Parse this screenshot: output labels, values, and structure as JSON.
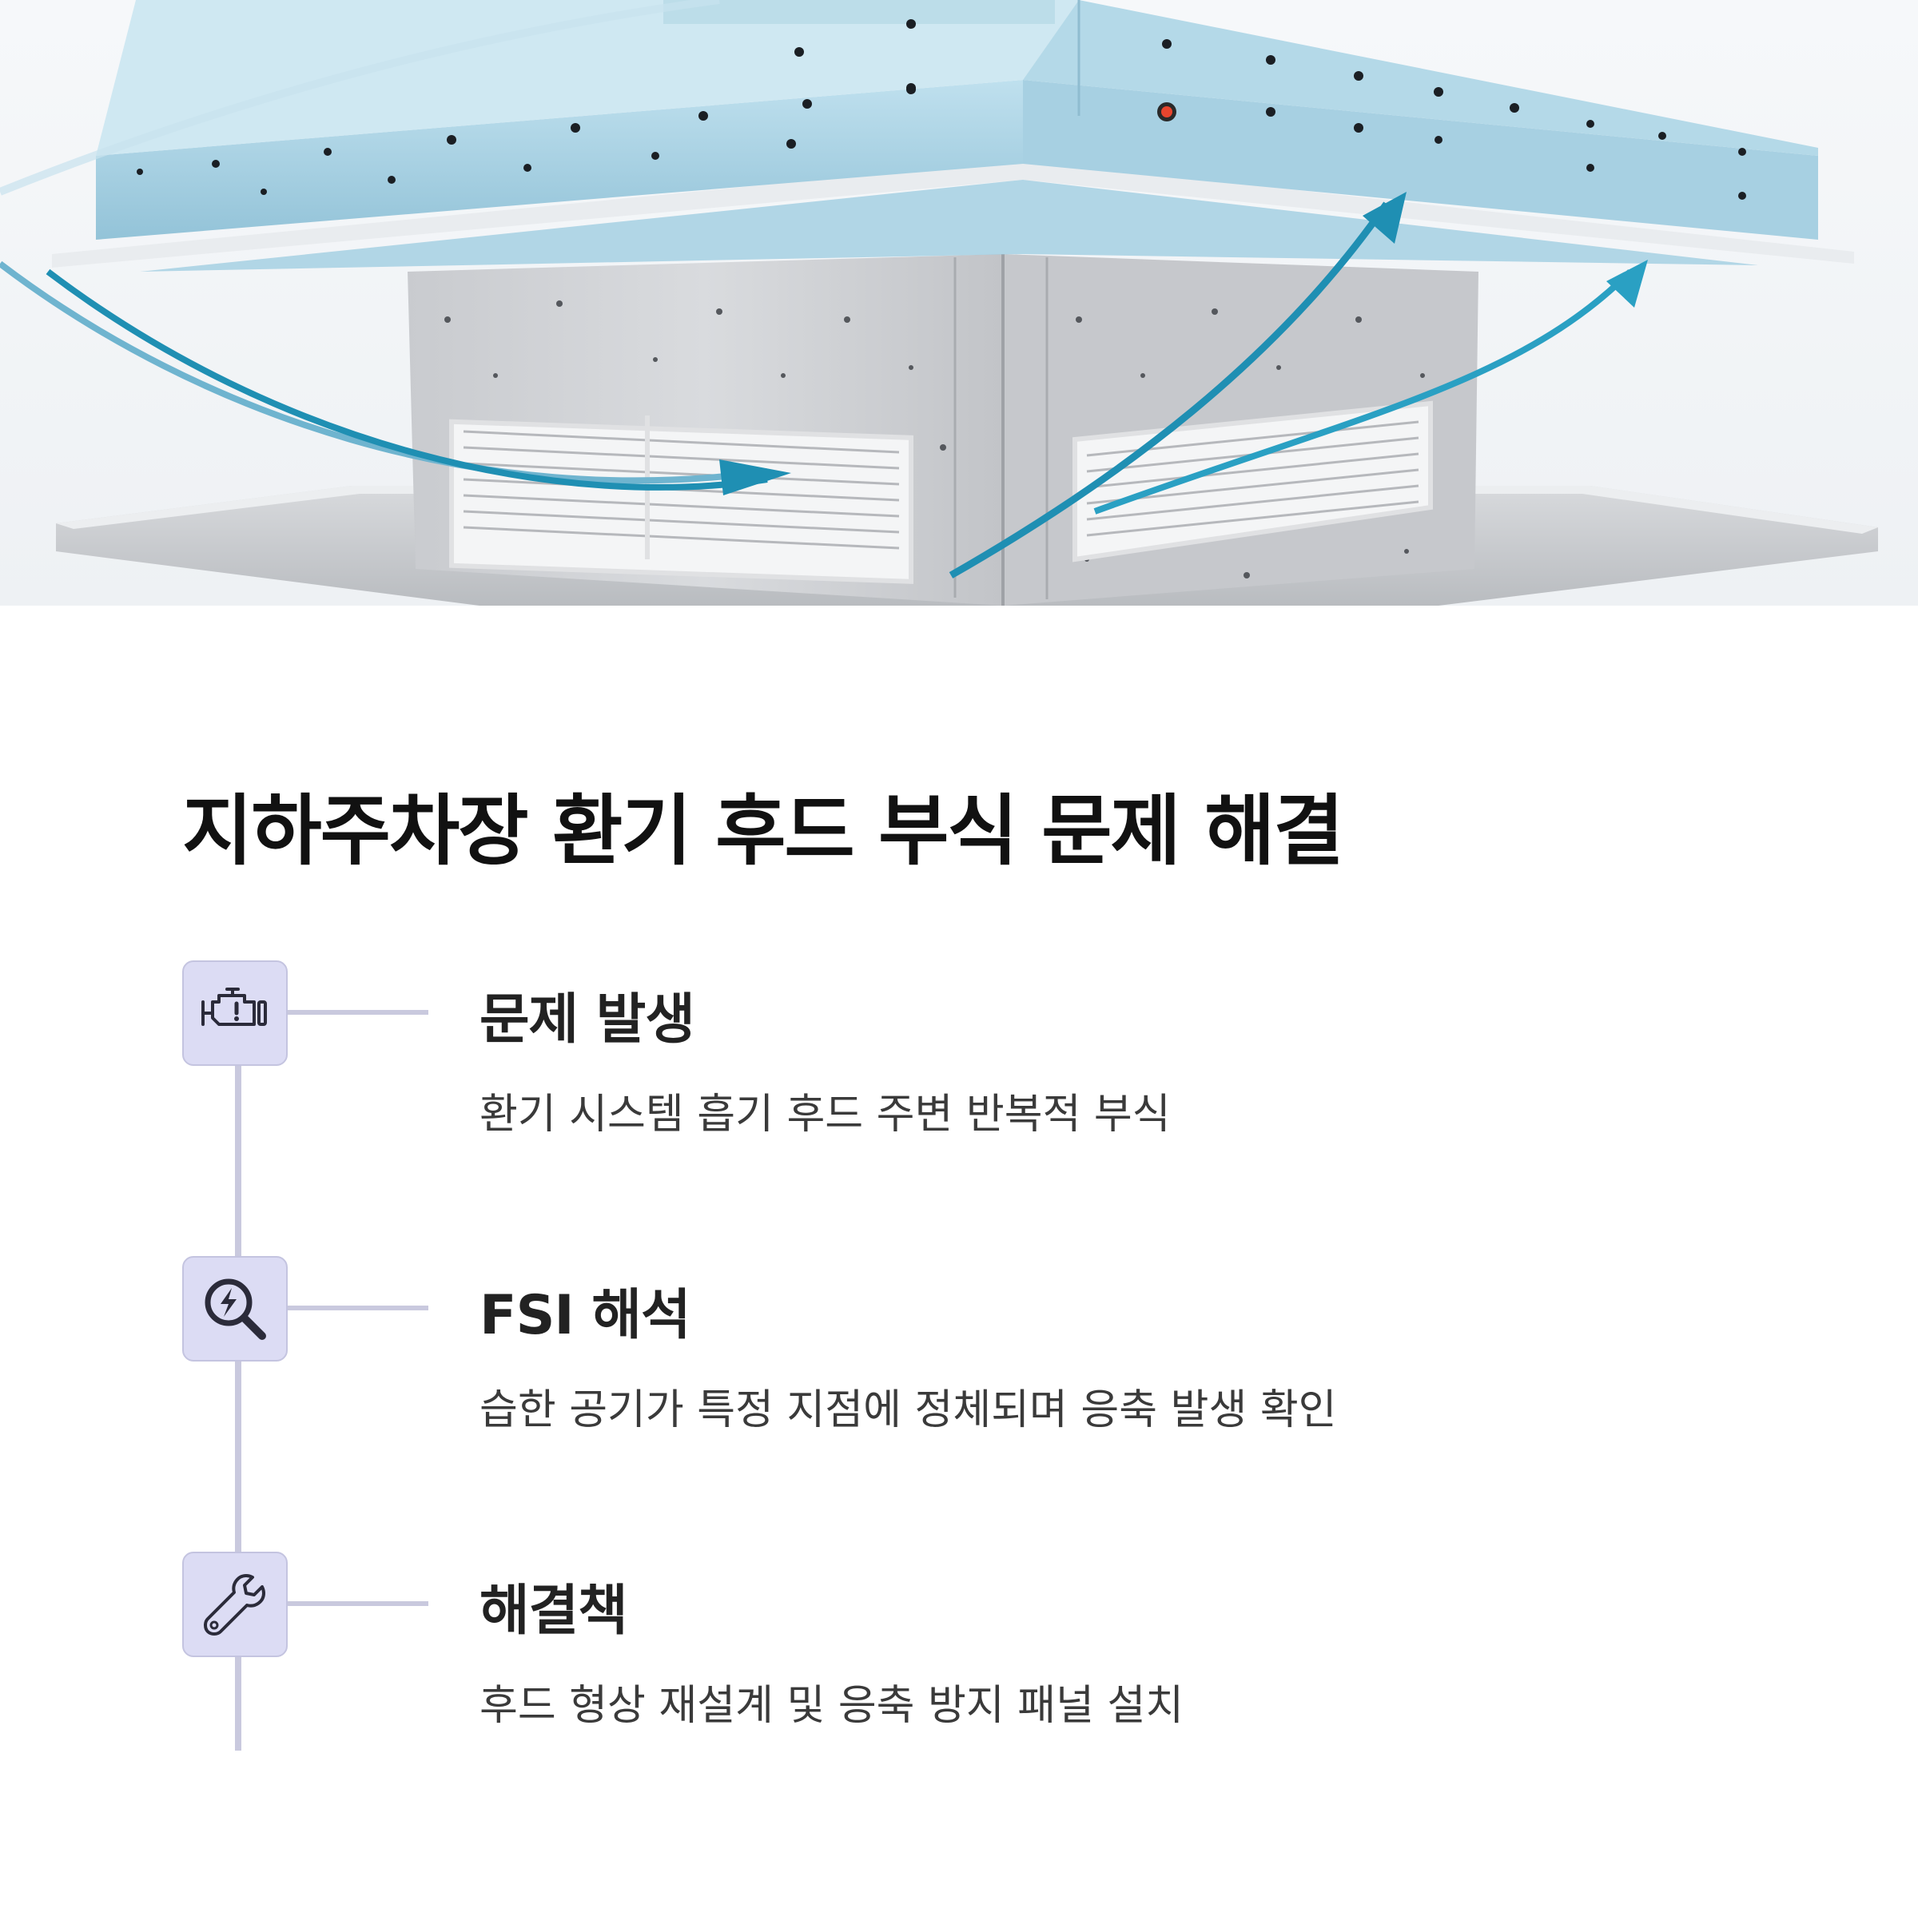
{
  "hero": {
    "icon": "ventilation-hood-illustration"
  },
  "title": "지하주차장 환기 후드 부식 문제 해결",
  "steps": [
    {
      "icon": "engine-warning-icon",
      "title": "문제 발생",
      "description": "환기 시스템 흡기 후드 주변 반복적 부식"
    },
    {
      "icon": "analysis-search-icon",
      "title": "FSI 해석",
      "description": "습한 공기가 특정 지점에 정체되며 응축 발생 확인"
    },
    {
      "icon": "wrench-icon",
      "title": "해결책",
      "description": "후드 형상 재설계 및 응축 방지 패널 설치"
    }
  ],
  "colors": {
    "accent": "#dcdcf4",
    "line": "#c9c9de",
    "icon": "#2b2b3a",
    "airflow": "#1f8fb3",
    "hood": "#a9d2e4"
  }
}
